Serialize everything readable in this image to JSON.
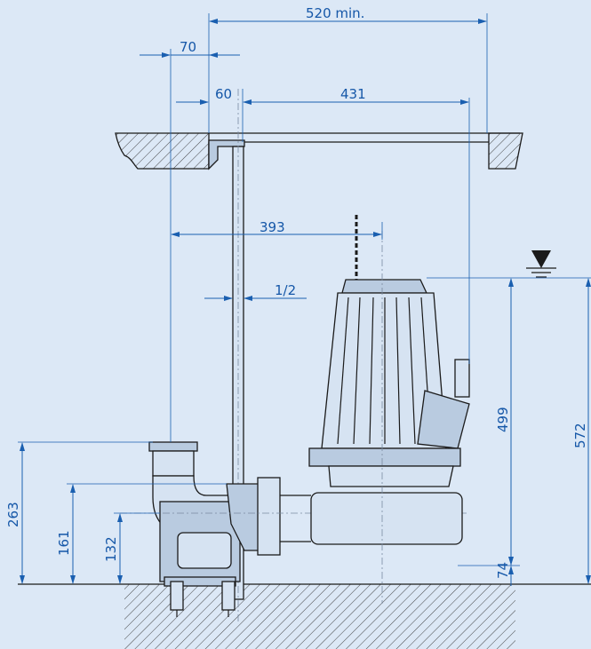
{
  "dimensions": {
    "d520": "520 min.",
    "d70": "70",
    "d60": "60",
    "d431": "431",
    "d393": "393",
    "d1_2": "1/2",
    "d499": "499",
    "d572": "572",
    "d263": "263",
    "d161": "161",
    "d132": "132",
    "d74": "74"
  },
  "colors": {
    "background": "#dce8f6",
    "dimension_blue": "#1557a8",
    "outline": "#1b1b1b"
  }
}
